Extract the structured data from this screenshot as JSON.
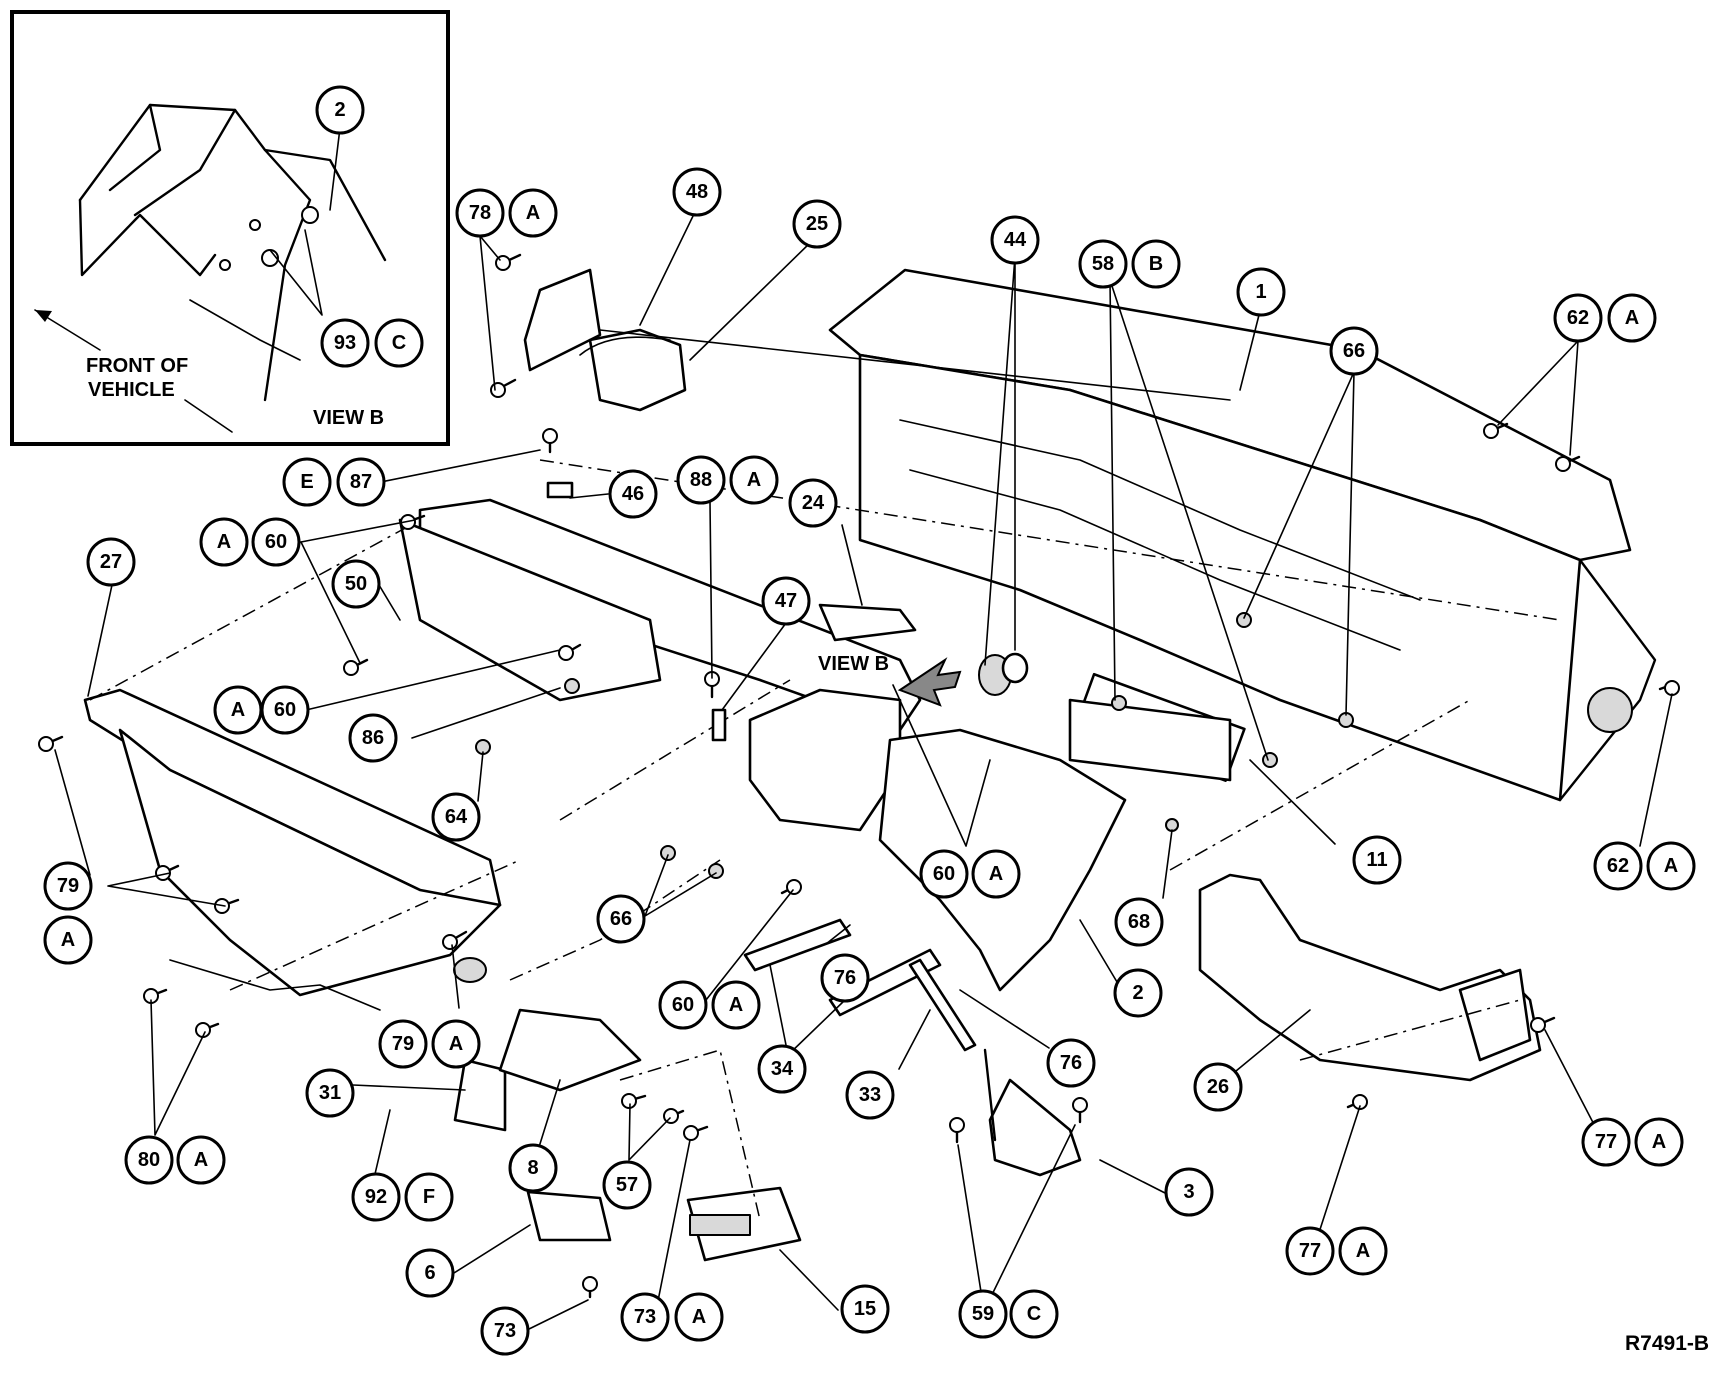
{
  "inset": {
    "front_label_line1": "FRONT OF",
    "front_label_line2": "VEHICLE",
    "view_label": "VIEW B"
  },
  "view_b_label": "VIEW B",
  "figure_ref": "R7491-B",
  "callouts": [
    {
      "id": "2-inset",
      "num": "2",
      "letter": ""
    },
    {
      "id": "93",
      "num": "93",
      "letter": "C"
    },
    {
      "id": "78",
      "num": "78",
      "letter": "A"
    },
    {
      "id": "48",
      "num": "48",
      "letter": ""
    },
    {
      "id": "25",
      "num": "25",
      "letter": ""
    },
    {
      "id": "44",
      "num": "44",
      "letter": ""
    },
    {
      "id": "58",
      "num": "58",
      "letter": "B"
    },
    {
      "id": "1",
      "num": "1",
      "letter": ""
    },
    {
      "id": "62-top",
      "num": "62",
      "letter": "A"
    },
    {
      "id": "66-right",
      "num": "66",
      "letter": ""
    },
    {
      "id": "87",
      "num": "87",
      "letter": "E"
    },
    {
      "id": "46",
      "num": "46",
      "letter": ""
    },
    {
      "id": "88",
      "num": "88",
      "letter": "A"
    },
    {
      "id": "24",
      "num": "24",
      "letter": ""
    },
    {
      "id": "60-top",
      "num": "60",
      "letter": "A"
    },
    {
      "id": "27",
      "num": "27",
      "letter": ""
    },
    {
      "id": "50",
      "num": "50",
      "letter": ""
    },
    {
      "id": "47",
      "num": "47",
      "letter": ""
    },
    {
      "id": "60-mid",
      "num": "60",
      "letter": "A"
    },
    {
      "id": "86",
      "num": "86",
      "letter": ""
    },
    {
      "id": "64",
      "num": "64",
      "letter": ""
    },
    {
      "id": "79-left",
      "num": "79",
      "letter": "A"
    },
    {
      "id": "66-mid",
      "num": "66",
      "letter": ""
    },
    {
      "id": "60-center",
      "num": "60",
      "letter": "A"
    },
    {
      "id": "11",
      "num": "11",
      "letter": ""
    },
    {
      "id": "62-bottom",
      "num": "62",
      "letter": "A"
    },
    {
      "id": "68",
      "num": "68",
      "letter": ""
    },
    {
      "id": "76-a",
      "num": "76",
      "letter": ""
    },
    {
      "id": "60-low",
      "num": "60",
      "letter": "A"
    },
    {
      "id": "2-main",
      "num": "2",
      "letter": ""
    },
    {
      "id": "79-low",
      "num": "79",
      "letter": "A"
    },
    {
      "id": "34",
      "num": "34",
      "letter": ""
    },
    {
      "id": "33",
      "num": "33",
      "letter": ""
    },
    {
      "id": "76-b",
      "num": "76",
      "letter": ""
    },
    {
      "id": "26",
      "num": "26",
      "letter": ""
    },
    {
      "id": "31",
      "num": "31",
      "letter": ""
    },
    {
      "id": "80",
      "num": "80",
      "letter": "A"
    },
    {
      "id": "8",
      "num": "8",
      "letter": ""
    },
    {
      "id": "57",
      "num": "57",
      "letter": ""
    },
    {
      "id": "92",
      "num": "92",
      "letter": "F"
    },
    {
      "id": "3",
      "num": "3",
      "letter": ""
    },
    {
      "id": "77-right",
      "num": "77",
      "letter": "A"
    },
    {
      "id": "77-low",
      "num": "77",
      "letter": "A"
    },
    {
      "id": "6",
      "num": "6",
      "letter": ""
    },
    {
      "id": "73-a",
      "num": "73",
      "letter": ""
    },
    {
      "id": "73-b",
      "num": "73",
      "letter": "A"
    },
    {
      "id": "15",
      "num": "15",
      "letter": ""
    },
    {
      "id": "59",
      "num": "59",
      "letter": "C"
    }
  ]
}
